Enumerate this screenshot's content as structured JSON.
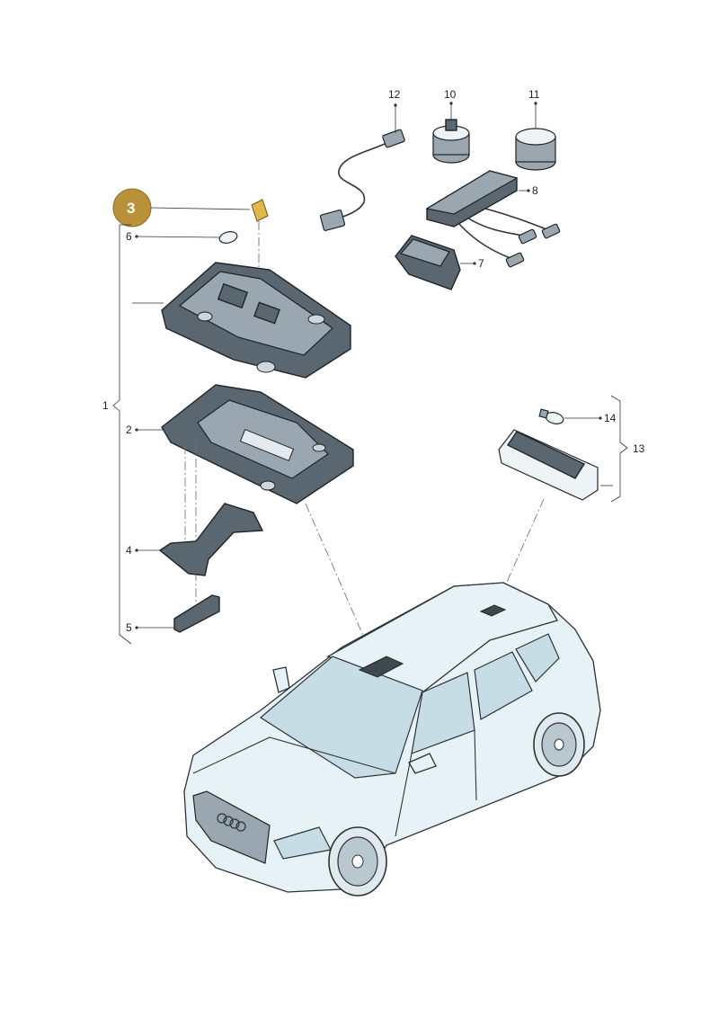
{
  "highlight_badge": {
    "label": "3",
    "color": "#b8913a"
  },
  "callouts": {
    "c1": "1",
    "c2": "2",
    "c4": "4",
    "c5": "5",
    "c6": "6",
    "c7": "7",
    "c8": "8",
    "c10": "10",
    "c11": "11",
    "c12": "12",
    "c13": "13",
    "c14": "14"
  },
  "colors": {
    "part_fill": "#5a6670",
    "car_fill": "#e7f2f7",
    "glass_fill": "#c7dde6"
  }
}
